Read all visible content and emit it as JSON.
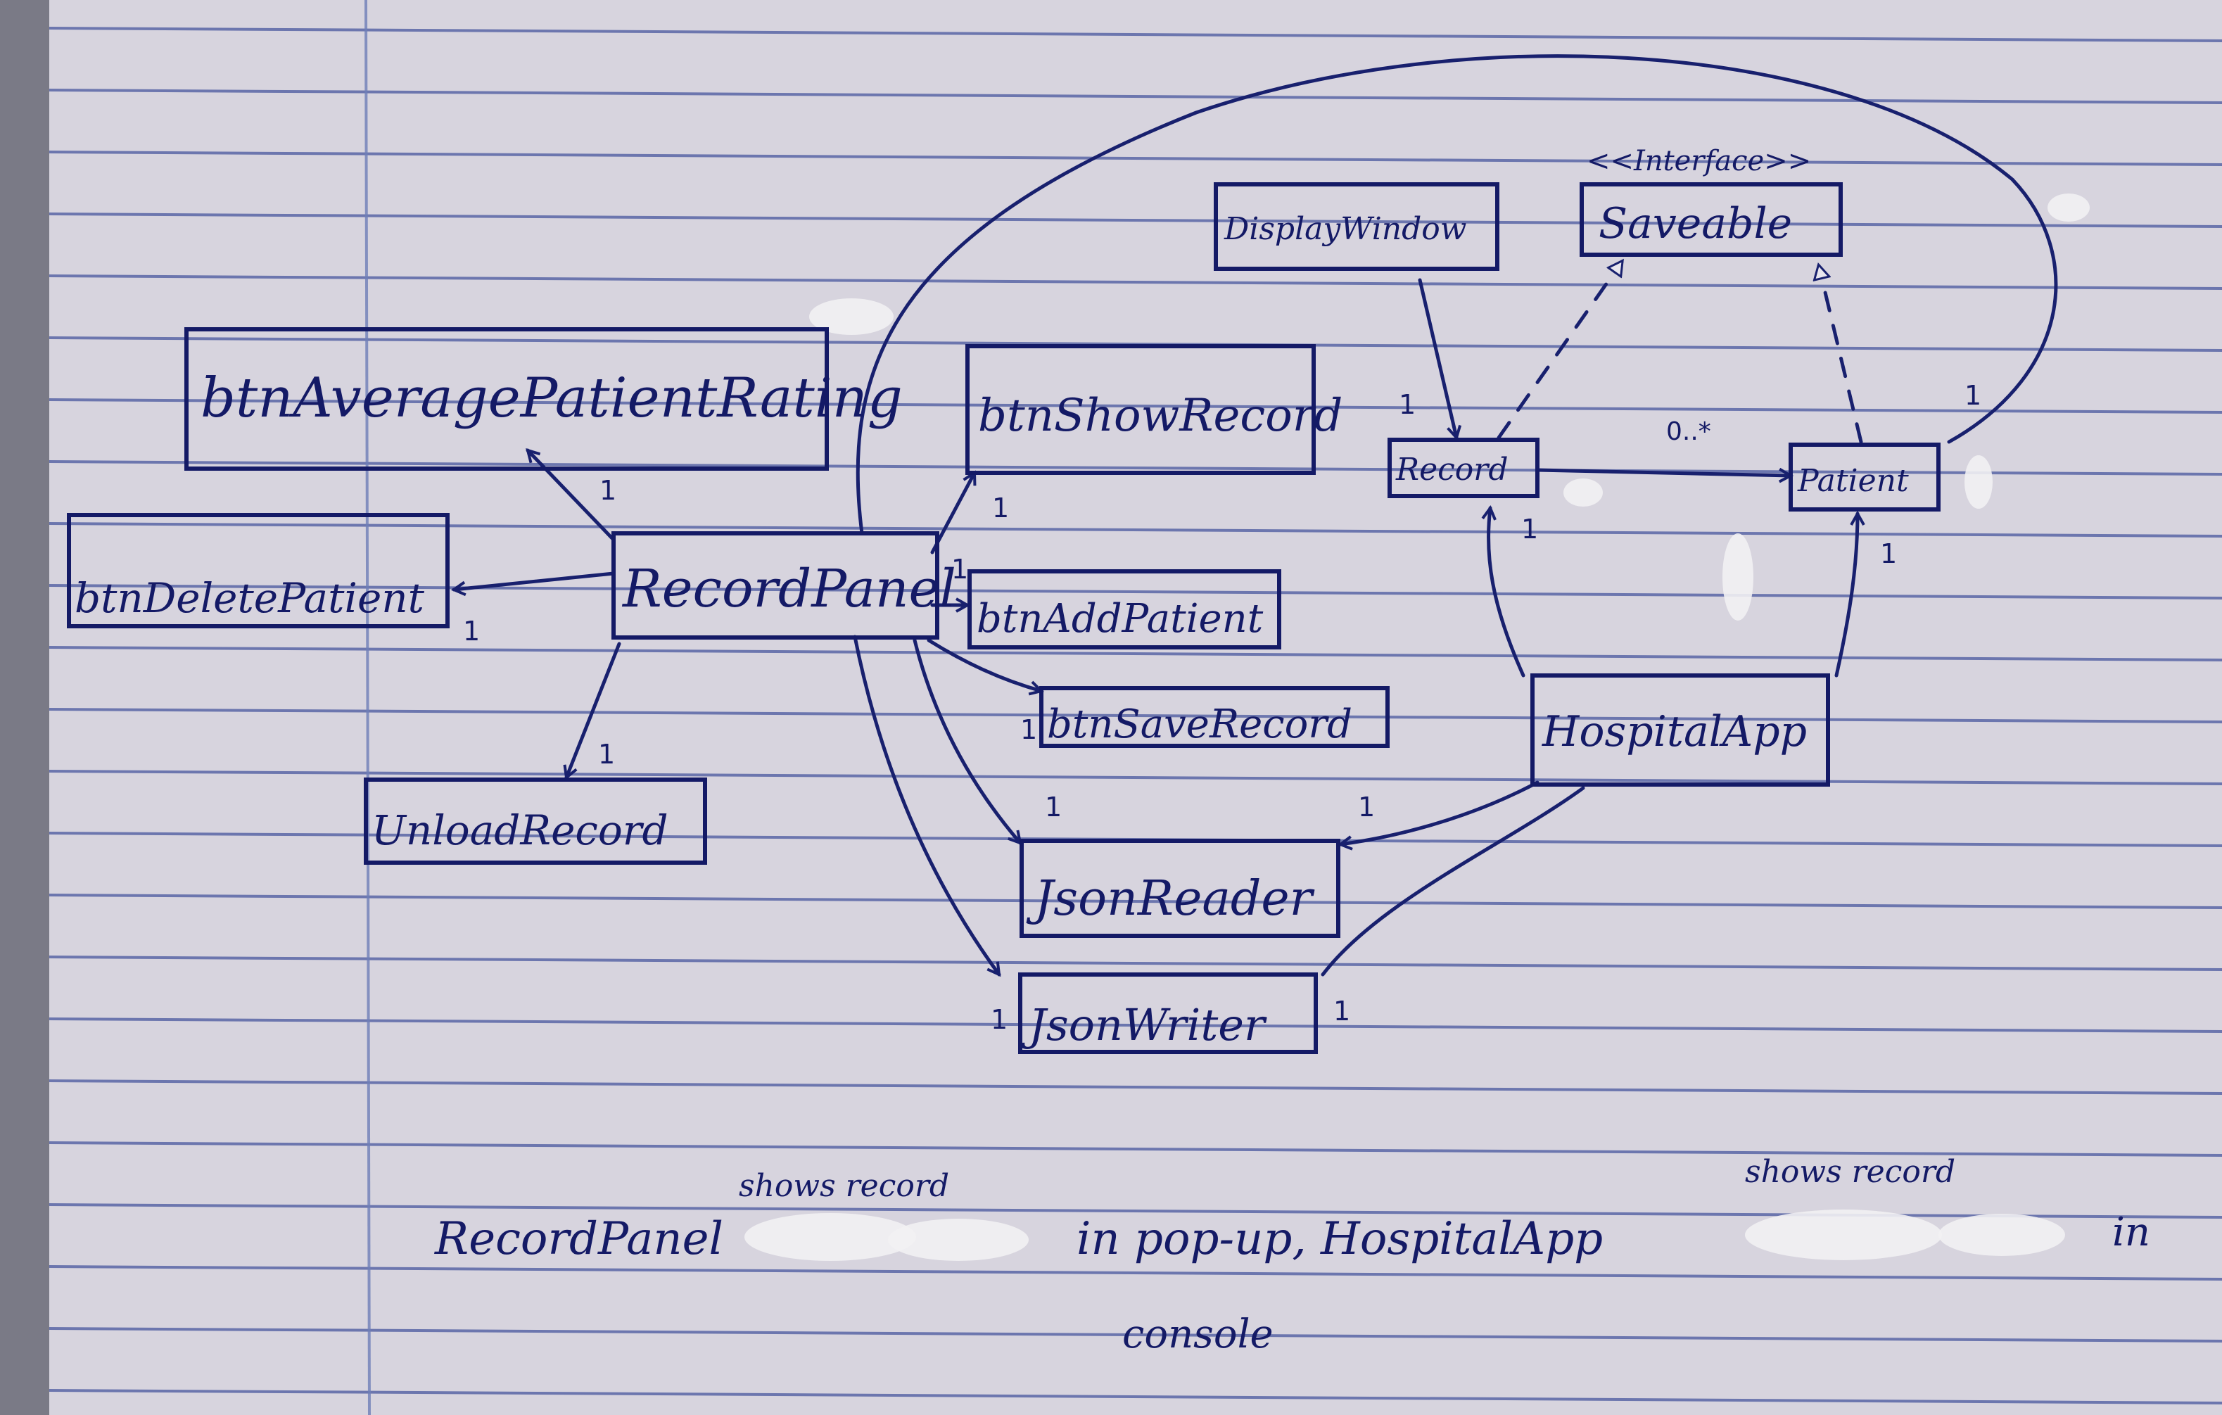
{
  "colors": {
    "ink": "#141a66",
    "paper": "#d7d4de",
    "rule_line": "#3f4f9a",
    "margin_line": "#6f7fb8",
    "correction_fluid": "#f2f1f3"
  },
  "boxes": [
    {
      "id": "btnAveragePatientRating",
      "label": "btnAveragePatientRating"
    },
    {
      "id": "btnShowRecord",
      "label": "btnShowRecord"
    },
    {
      "id": "DisplayWindow",
      "label": "DisplayWindow"
    },
    {
      "id": "Saveable",
      "label": "Saveable",
      "stereotype": "<<Interface>>"
    },
    {
      "id": "btnDeletePatient",
      "label": "btnDeletePatient"
    },
    {
      "id": "RecordPanel",
      "label": "RecordPanel"
    },
    {
      "id": "btnAddPatient",
      "label": "btnAddPatient"
    },
    {
      "id": "btnSaveRecord",
      "label": "btnSaveRecord"
    },
    {
      "id": "UnloadRecord",
      "label": "UnloadRecord"
    },
    {
      "id": "Record",
      "label": "Record"
    },
    {
      "id": "Patient",
      "label": "Patient"
    },
    {
      "id": "HospitalApp",
      "label": "HospitalApp"
    },
    {
      "id": "JsonReader",
      "label": "JsonReader"
    },
    {
      "id": "JsonWriter",
      "label": "JsonWriter"
    }
  ],
  "edges": [
    {
      "id": "e1",
      "from": "RecordPanel",
      "to": "btnAveragePatientRating",
      "style": "solid",
      "label": "1"
    },
    {
      "id": "e2",
      "from": "RecordPanel",
      "to": "btnDeletePatient",
      "style": "solid",
      "label": "1"
    },
    {
      "id": "e3",
      "from": "RecordPanel",
      "to": "UnloadRecord",
      "style": "solid",
      "label": "1"
    },
    {
      "id": "e4",
      "from": "RecordPanel",
      "to": "btnShowRecord",
      "style": "solid",
      "label": "1"
    },
    {
      "id": "e5",
      "from": "RecordPanel",
      "to": "btnAddPatient",
      "style": "solid",
      "label": "1"
    },
    {
      "id": "e6",
      "from": "RecordPanel",
      "to": "btnSaveRecord",
      "style": "solid",
      "label": "1"
    },
    {
      "id": "e7",
      "from": "RecordPanel",
      "to": "JsonReader",
      "style": "solid",
      "label": "1"
    },
    {
      "id": "e8",
      "from": "RecordPanel",
      "to": "JsonWriter",
      "style": "solid",
      "label": "1"
    },
    {
      "id": "e9",
      "from": "RecordPanel",
      "to": "Patient",
      "style": "solid",
      "label": "1"
    },
    {
      "id": "e10",
      "from": "DisplayWindow",
      "to": "Record",
      "style": "solid",
      "label": "1"
    },
    {
      "id": "e11",
      "from": "Record",
      "to": "Patient",
      "style": "solid",
      "label": "0..*"
    },
    {
      "id": "e12",
      "from": "Record",
      "to": "Saveable",
      "style": "dashed",
      "label": ""
    },
    {
      "id": "e13",
      "from": "Patient",
      "to": "Saveable",
      "style": "dashed",
      "label": ""
    },
    {
      "id": "e14",
      "from": "HospitalApp",
      "to": "Record",
      "style": "solid",
      "label": "1"
    },
    {
      "id": "e15",
      "from": "HospitalApp",
      "to": "Patient",
      "style": "solid",
      "label": "1"
    },
    {
      "id": "e16",
      "from": "HospitalApp",
      "to": "JsonReader",
      "style": "solid",
      "label": "1"
    },
    {
      "id": "e17",
      "from": "HospitalApp",
      "to": "JsonWriter",
      "style": "solid",
      "label": "1"
    }
  ],
  "note": {
    "part1": "RecordPanel",
    "above1": "shows record",
    "part2": "in pop-up, HospitalApp",
    "above2": "shows record",
    "part3": "in",
    "line2": "console"
  }
}
